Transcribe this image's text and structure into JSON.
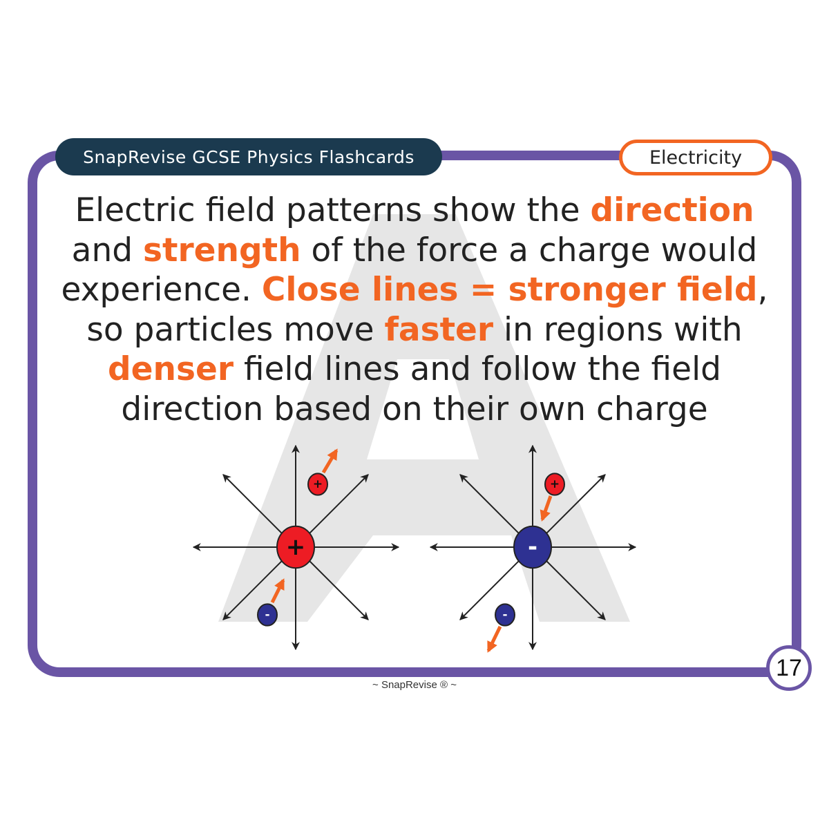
{
  "header": {
    "title": "SnapRevise GCSE Physics Flashcards",
    "topic": "Electricity"
  },
  "body": {
    "segments": [
      {
        "text": "Electric field patterns show the ",
        "hl": false
      },
      {
        "text": "direction",
        "hl": true
      },
      {
        "text": " and ",
        "hl": false
      },
      {
        "text": "strength",
        "hl": true
      },
      {
        "text": " of the force a charge would experience. ",
        "hl": false
      },
      {
        "text": "Close lines = stronger field",
        "hl": true
      },
      {
        "text": ", so particles move ",
        "hl": false
      },
      {
        "text": "faster",
        "hl": true
      },
      {
        "text": " in regions with ",
        "hl": false
      },
      {
        "text": "denser",
        "hl": true
      },
      {
        "text": " field lines and follow the field direction based on their own charge",
        "hl": false
      }
    ]
  },
  "watermark": "A",
  "diagram": {
    "positive_symbol": "+",
    "negative_symbol": "-"
  },
  "page_number": "17",
  "footer": "~ SnapRevise ® ~",
  "colors": {
    "purple": "#6a55a5",
    "navy": "#1b3a4f",
    "orange": "#f26522",
    "red": "#ed1c24",
    "blue": "#2e3192"
  }
}
